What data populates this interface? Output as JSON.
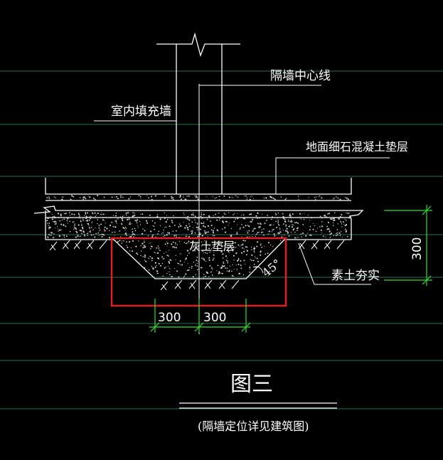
{
  "labels": {
    "partition_centerline": "隔墙中心线",
    "indoor_infill_wall": "室内填充墙",
    "floor_concrete_cushion": "地面细石混凝土垫层",
    "lime_soil_cushion": "灰土垫层",
    "plain_soil_compacted": "素土夯实",
    "slope_angle": "45°",
    "dim_height": "300",
    "dim_left": "300",
    "dim_right": "300",
    "figure_title": "图三",
    "note": "(隔墙定位详见建筑图)"
  },
  "colors": {
    "background": "#000000",
    "line": "#ffffff",
    "gridline": "#2e8b57",
    "dimension": "#33dd33",
    "highlight_box": "#e02020"
  }
}
